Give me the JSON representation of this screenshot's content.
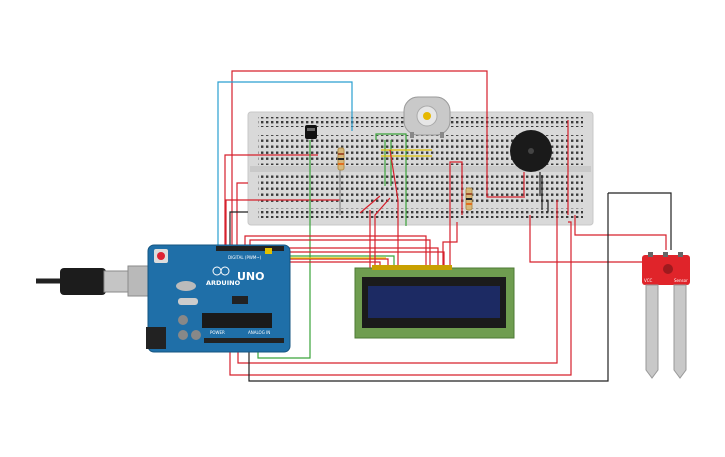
{
  "arduino": {
    "brand": "ARDUINO",
    "model": "UNO",
    "digital_label": "DIGITAL (PWM~)",
    "power_label": "POWER",
    "analog_label": "ANALOG IN",
    "board_color": "#1f6fa8"
  },
  "lcd": {
    "screen_color": "#1c2a63",
    "pcb_color": "#6f9d50"
  },
  "sensor": {
    "label_left": "VCC",
    "label_right": "Sensor",
    "pcb_color": "#e0242a"
  },
  "colors": {
    "wire_red": "#d6202c",
    "wire_black": "#222222",
    "wire_green": "#3aa33a",
    "wire_yellow": "#e2c100",
    "wire_blue": "#2a9fd0",
    "wire_grey": "#888888"
  }
}
